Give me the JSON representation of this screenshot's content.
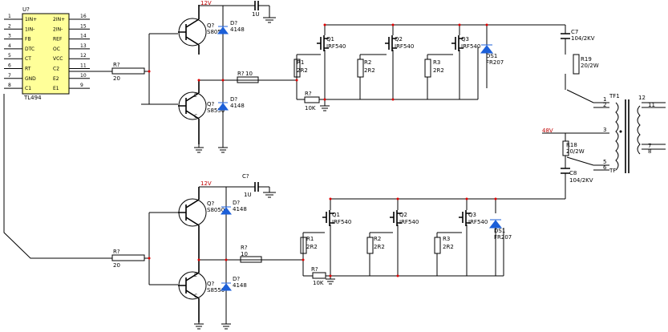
{
  "ic": {
    "ref": "U?",
    "part": "TL494",
    "left_pins": [
      {
        "num": "1",
        "name": "1IN+"
      },
      {
        "num": "2",
        "name": "1IN-"
      },
      {
        "num": "3",
        "name": "FB"
      },
      {
        "num": "4",
        "name": "DTC"
      },
      {
        "num": "5",
        "name": "CT"
      },
      {
        "num": "6",
        "name": "RT"
      },
      {
        "num": "7",
        "name": "GND"
      },
      {
        "num": "8",
        "name": "C1"
      }
    ],
    "right_pins": [
      {
        "num": "16",
        "name": "2IN+"
      },
      {
        "num": "15",
        "name": "2IN-"
      },
      {
        "num": "14",
        "name": "REF"
      },
      {
        "num": "13",
        "name": "OC"
      },
      {
        "num": "12",
        "name": "VCC"
      },
      {
        "num": "11",
        "name": "C2"
      },
      {
        "num": "10",
        "name": "E2"
      },
      {
        "num": "9",
        "name": "E1"
      }
    ]
  },
  "top": {
    "vcc": "12V",
    "r_in": {
      "ref": "R?",
      "val": "20"
    },
    "q_npn": {
      "ref": "Q?",
      "part": "S8050"
    },
    "q_pnp": {
      "ref": "Q?",
      "part": "S8550"
    },
    "d_top": {
      "ref": "D?",
      "val": "4148"
    },
    "d_bot": {
      "ref": "D?",
      "val": "4148"
    },
    "cap": {
      "ref": "C?",
      "val": "1U"
    },
    "r_gate": {
      "ref": "R?",
      "val": "10"
    },
    "r_pull": {
      "ref": "R?",
      "val": "10K"
    },
    "mosfets": [
      {
        "ref": "Q1",
        "part": "IRF540"
      },
      {
        "ref": "Q2",
        "part": "IRF540"
      },
      {
        "ref": "Q3",
        "part": "IRF540"
      }
    ],
    "gate_res": [
      {
        "ref": "R1",
        "val": "2R2"
      },
      {
        "ref": "R2",
        "val": "2R2"
      },
      {
        "ref": "R3",
        "val": "2R2"
      }
    ],
    "ds": {
      "ref": "DS1",
      "part": "FR207"
    }
  },
  "bottom": {
    "vcc": "12V",
    "r_in": {
      "ref": "R?",
      "val": "20"
    },
    "q_npn": {
      "ref": "Q?",
      "part": "S8050"
    },
    "q_pnp": {
      "ref": "Q?",
      "part": "S8550"
    },
    "d_top": {
      "ref": "D?",
      "val": "4148"
    },
    "d_bot": {
      "ref": "D?",
      "val": "4148"
    },
    "cap": {
      "ref": "C?",
      "val": "1U"
    },
    "r_gate": {
      "ref": "R?",
      "val": "10"
    },
    "r_pull": {
      "ref": "R?",
      "val": "10K"
    },
    "mosfets": [
      {
        "ref": "Q1",
        "part": "IRF540"
      },
      {
        "ref": "Q2",
        "part": "IRF540"
      },
      {
        "ref": "Q3",
        "part": "IRF540"
      }
    ],
    "gate_res": [
      {
        "ref": "R1",
        "val": "2R2"
      },
      {
        "ref": "R2",
        "val": "2R2"
      },
      {
        "ref": "R3",
        "val": "2R2"
      }
    ],
    "ds": {
      "ref": "DS1",
      "part": "FR207"
    }
  },
  "snubber": {
    "c7": {
      "ref": "C7",
      "val": "104/2KV"
    },
    "r19": {
      "ref": "R19",
      "val": "20/2W"
    },
    "r18": {
      "ref": "R18",
      "val": "20/2W"
    },
    "c8": {
      "ref": "C8",
      "val": "104/2KV"
    },
    "supply": "48V"
  },
  "transformer": {
    "ref": "TF1",
    "part": "TF",
    "primary_pins": [
      "1",
      "2",
      "3",
      "5",
      "6"
    ],
    "secondary_header": "12",
    "secondary_pins": [
      "11",
      "7",
      "8"
    ]
  }
}
